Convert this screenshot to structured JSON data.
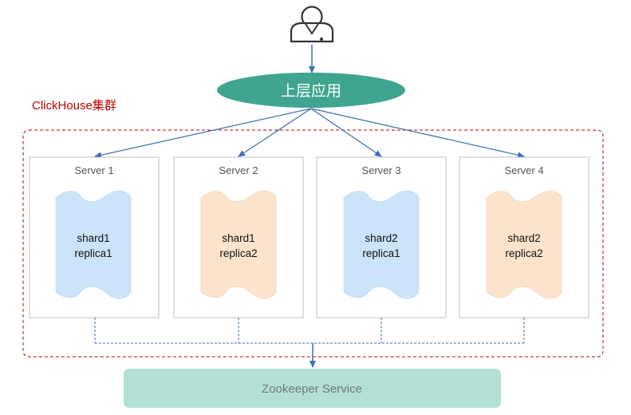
{
  "user": {
    "icon": "user-icon"
  },
  "app": {
    "label": "上层应用",
    "color": "#3fa590"
  },
  "cluster": {
    "label": "ClickHouse集群",
    "border_color": "#c00000",
    "label_color": "#c00000"
  },
  "servers": [
    {
      "name": "Server 1",
      "shard": "shard1",
      "replica": "replica1",
      "fill": "#cce4fa"
    },
    {
      "name": "Server 2",
      "shard": "shard1",
      "replica": "replica2",
      "fill": "#fce4cc"
    },
    {
      "name": "Server 3",
      "shard": "shard2",
      "replica": "replica1",
      "fill": "#cce4fa"
    },
    {
      "name": "Server 4",
      "shard": "shard2",
      "replica": "replica2",
      "fill": "#fce4cc"
    }
  ],
  "zookeeper": {
    "label": "Zookeeper Service",
    "fill": "#b3e0d6"
  },
  "colors": {
    "arrow": "#3d6fb3",
    "box_border": "#bfbfbf",
    "server_label": "#555555",
    "dashed": "#3d6fb3"
  }
}
